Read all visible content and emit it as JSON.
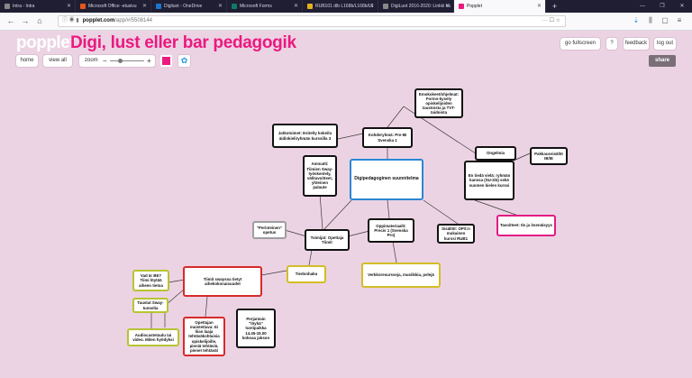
{
  "browser": {
    "tabs": [
      {
        "label": "Intra - Intra",
        "color": "#888888"
      },
      {
        "label": "Microsoft Office -etusivu",
        "color": "#e4571e"
      },
      {
        "label": "Digiluot - OneDrive",
        "color": "#1e74cf"
      },
      {
        "label": "Microsoft Forms",
        "color": "#117a65"
      },
      {
        "label": "RUB101 dlb L168b/L168b/L1",
        "color": "#e4b11e"
      },
      {
        "label": "DigiLuot 2016-2020: Linkki kä",
        "color": "#888888"
      },
      {
        "label": "Popplet",
        "color": "#ea1a7f",
        "active": true
      }
    ],
    "new_tab": "+",
    "win_minimize": "—",
    "win_restore": "❐",
    "win_close": "✕",
    "url_domain": "popplet.com",
    "url_path": "/app/#/5508144",
    "url_right": "··· ☐ ☆",
    "back_icon": "←",
    "forward_icon": "→",
    "home_icon": "⌂",
    "nav_right_icons": [
      "⇣",
      "⫼",
      "▢",
      "≡"
    ]
  },
  "app": {
    "logo": "popplet",
    "title": "Digi, lust eller bar pedagogik",
    "toolbar": {
      "home": "home",
      "view_all": "view all",
      "zoom": "zoom",
      "zoom_minus": "−",
      "zoom_plus": "+",
      "zoom_level": 0.3
    },
    "right_buttons": {
      "fullscreen": "go fullscreen",
      "help": "?",
      "feedback": "feedback",
      "logout": "log out",
      "share": "share"
    },
    "settings_icon": "✿",
    "accent_color": "#ea1a7f"
  },
  "popples": {
    "center": "Digipedagoginen suunnitelma",
    "emokoke": "Emokokeet/ohjelmat: Forms-kysely opiskelijoiden taustoista ja TVT-taidoista",
    "ongelmia": "Ongelmia",
    "pakkaussisaltoa": "Pakkaussisältö IB/IE",
    "kohderyhma": "Kohderyhmä: Pre-IB Svenska 1",
    "jatkotoimet": "Jatkotoimet: Esitelty kokeilu äidinkieliryhmän kurssilla 3",
    "ammatti": "Ammatti: Tiimien Sway-työskentely, välitavoitteet, yhteinen palaute",
    "opiskelija": "En tiedä vielä: ryhmän kanssa (SU-3/4) sekä suomen kielen kurssi",
    "tavoitteet": "Tavoitteet: Ilo ja itsenäisyys",
    "perinteinen": "\"Perinteinen\" opetus",
    "toimijat": "Toimijat: Opettaja Tiimit",
    "oppimateriaali": "Oppimateriaalit: Precis 1 (Svenska Pro)",
    "sisallot": "Sisällöt: OPS:n mukainen kurssi RUB1",
    "tiedonhaku": "Tiedonhaku",
    "verkkoresurssit": "Verkkoresursseja, musiikkia, pelejä",
    "tiimit_swayt": "Tiimit swayssa tietyt aihekokonaisuudet",
    "vad_ar": "Vad är BE? Tiimi löytää aiheen tietoa",
    "tavoitteet_sway": "Taustat Sway-tunnelia",
    "audio": "Audiocastetaulu tai video. Miten hyödyksi",
    "opettajan": "Opettajan muistettava: Ei liian laaja tehtäväkohtaisia opiskelijoille, pieniä tehtäviä, pienet tehtävät",
    "perjantain": "Perjantain \"löyhä\" tuntipaikka 14.45-15.00 kokoaa jakson"
  }
}
